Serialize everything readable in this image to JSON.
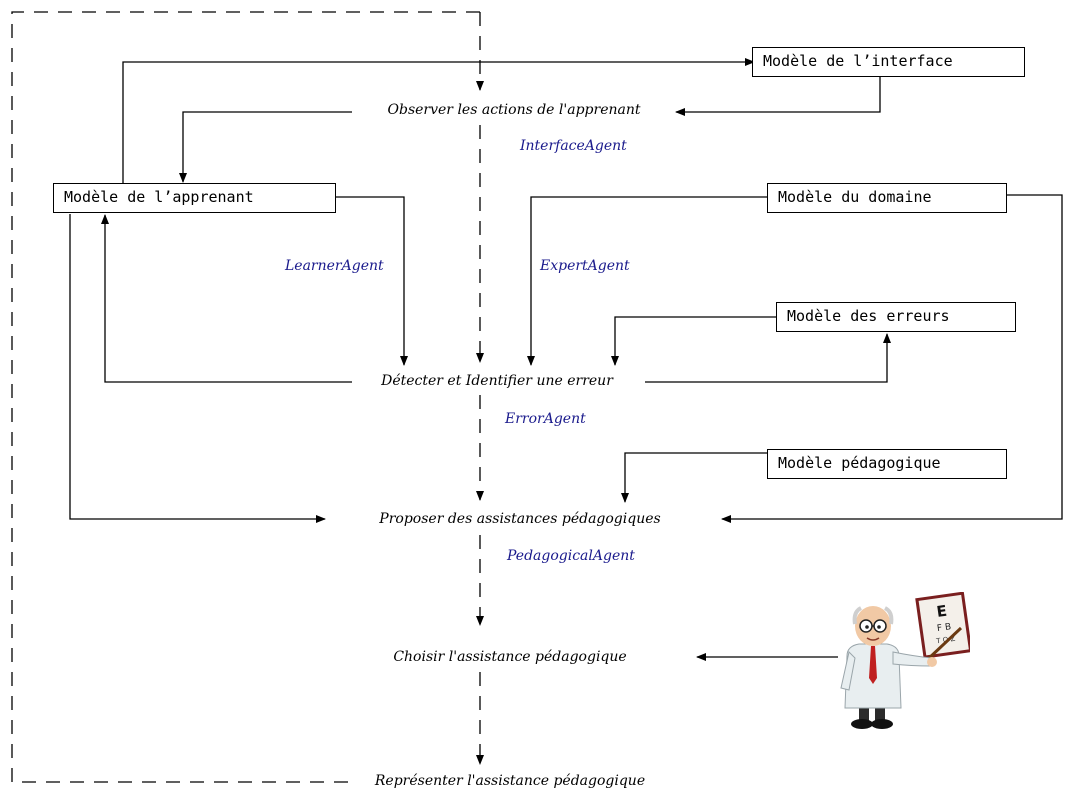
{
  "models": {
    "interface": "Modèle de l’interface",
    "apprenant": "Modèle de l’apprenant",
    "domaine": "Modèle du domaine",
    "erreurs": "Modèle des erreurs",
    "pedagogique": "Modèle pédagogique"
  },
  "steps": {
    "observer": "Observer les actions de l'apprenant",
    "detecter": "Détecter et Identifier une erreur",
    "proposer": "Proposer des assistances pédagogiques",
    "choisir": "Choisir l'assistance pédagogique",
    "representer": "Représenter l'assistance pédagogique"
  },
  "agents": {
    "interface": "InterfaceAgent",
    "learner": "LearnerAgent",
    "expert": "ExpertAgent",
    "error": "ErrorAgent",
    "pedagogical": "PedagogicalAgent"
  },
  "illustration": {
    "eye_chart_letters": [
      "E",
      "F B",
      "T O Z"
    ]
  },
  "colors": {
    "agent_text": "#1a1a8c",
    "lines": "#000000"
  }
}
